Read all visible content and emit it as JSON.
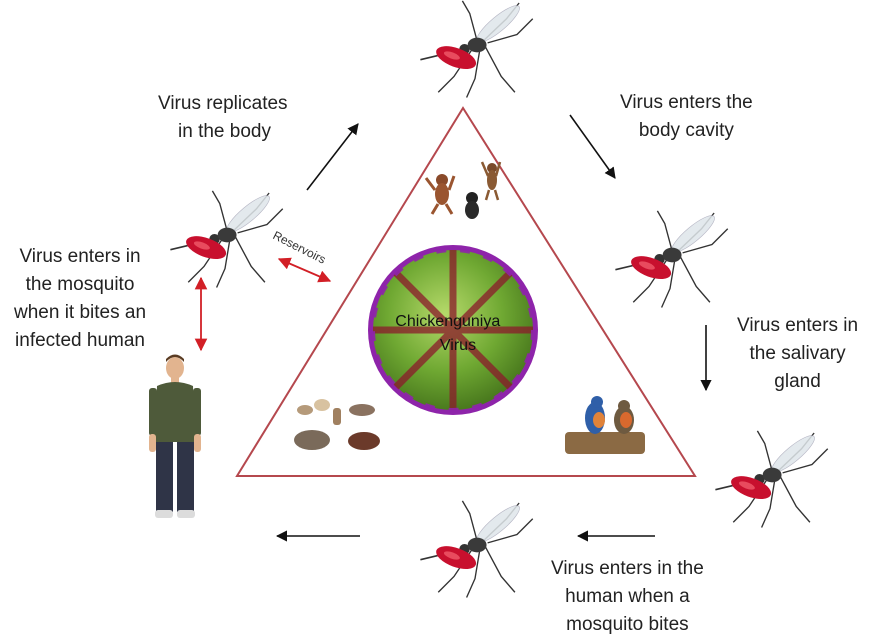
{
  "steps": [
    {
      "lines": [
        "Virus replicates",
        "in the body"
      ]
    },
    {
      "lines": [
        "Virus enters the",
        "body cavity"
      ]
    },
    {
      "lines": [
        "Virus enters in",
        "the salivary",
        "gland"
      ]
    },
    {
      "lines": [
        "Virus enters in the",
        "human when a",
        "mosquito bites"
      ]
    },
    {
      "lines": [
        "Virus enters in",
        "the mosquito",
        "when it bites an",
        "infected human"
      ]
    }
  ],
  "reservoirs_label": "Reservoirs",
  "virus_label": [
    "Chickenguniya",
    "Virus"
  ],
  "colors": {
    "triangle": "#b5484e",
    "arrow": "#111111",
    "reservoir_arrow": "#d21f26",
    "mosquito_body": "#c8102e",
    "virus_green": "#7cb342",
    "virus_purple": "#8e24aa",
    "virus_red": "#8b1a2b"
  },
  "icons": [
    "mosquito-icon",
    "human-figure-icon",
    "monkey-icon",
    "bird-icon",
    "rodent-icon",
    "virus-particle-icon"
  ]
}
